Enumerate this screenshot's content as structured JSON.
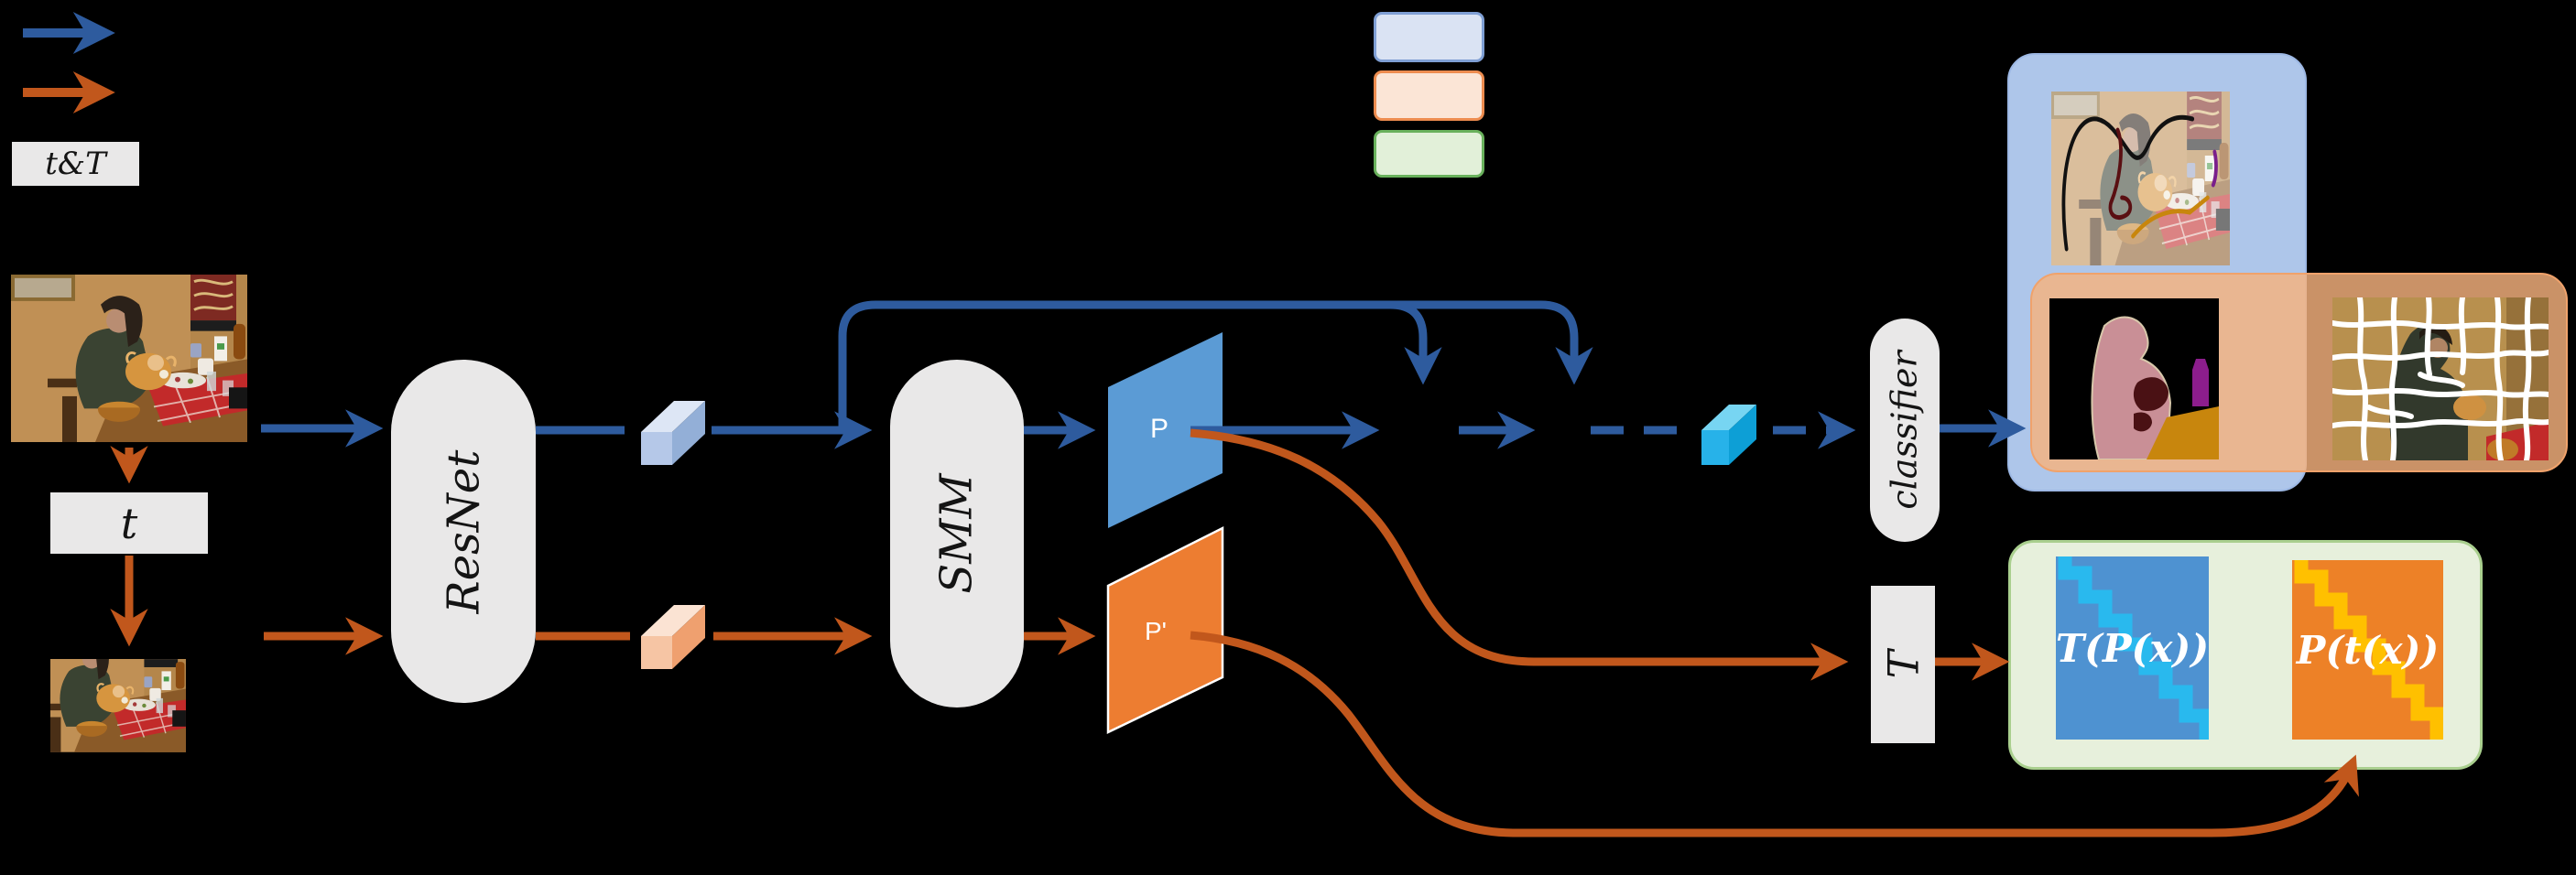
{
  "diagram": {
    "legend": {
      "t_and_T": "t&T",
      "arrow_colors": {
        "original_branch": "#2e5b9e",
        "transformed_branch": "#c1571c"
      },
      "swatches": [
        {
          "name": "blue-output-group",
          "fill": "#dae3f3",
          "border": "#7f9fd4"
        },
        {
          "name": "orange-output-group",
          "fill": "#fbe5d6",
          "border": "#ed8c4f"
        },
        {
          "name": "green-output-group",
          "fill": "#e2f0d9",
          "border": "#69b15c"
        }
      ]
    },
    "nodes": {
      "resnet": "ResNet",
      "smm": "SMM",
      "classifier": "classifier",
      "transform_T": "T",
      "transform_t": "t",
      "prediction_P": "P",
      "prediction_P_prime": "P'",
      "matrix_TPx": "T(P(x))",
      "matrix_Ptx": "P(t(x))"
    },
    "accent_colors": {
      "prediction_P_fill": "#5b9bd5",
      "prediction_P_prime_fill": "#ed7d31",
      "matrix_blue": "#4e92d1",
      "matrix_blue_diagonal": "#29b9ee",
      "matrix_orange": "#ed8127",
      "matrix_orange_diagonal": "#ffc000"
    }
  }
}
